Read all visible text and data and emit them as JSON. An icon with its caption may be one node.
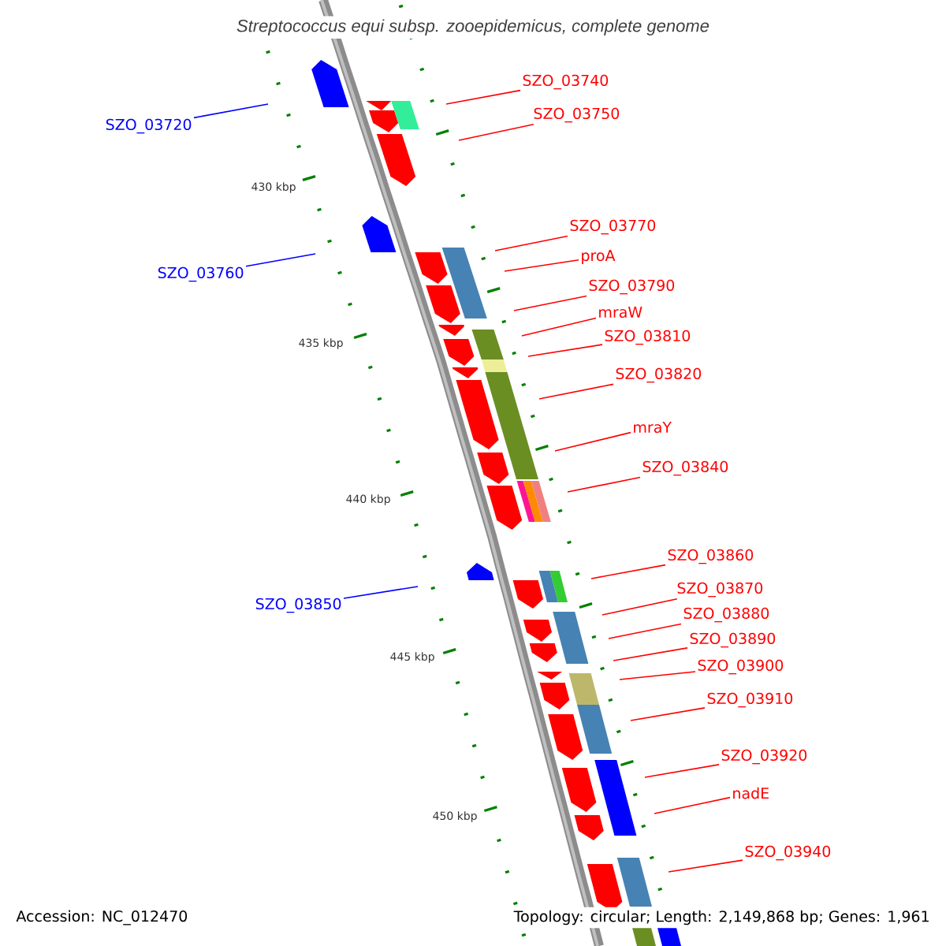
{
  "diagram": {
    "title": "Streptococcus equi subsp. zooepidemicus, complete genome",
    "nodes": [
      {
        "text": [
          "SZO_03740"
        ]
      },
      {
        "text": [
          "SZO_03750"
        ]
      },
      {
        "text": [
          "SZO_03720"
        ]
      },
      {
        "text": [
          "SZO_03770"
        ]
      },
      {
        "text": [
          "proA"
        ]
      },
      {
        "text": [
          "SZO_03760"
        ]
      },
      {
        "text": [
          "SZO_03790"
        ]
      },
      {
        "text": [
          "mraW"
        ]
      },
      {
        "text": [
          "SZO_03810"
        ]
      },
      {
        "text": [
          "SZO_03820"
        ]
      },
      {
        "text": [
          "mraY"
        ]
      },
      {
        "text": [
          "SZO_03840"
        ]
      },
      {
        "text": [
          "SZO_03860"
        ]
      },
      {
        "text": [
          "SZO_03870"
        ]
      },
      {
        "text": [
          "SZO_03850"
        ]
      },
      {
        "text": [
          "SZO_03880"
        ]
      },
      {
        "text": [
          "SZO_03890"
        ]
      },
      {
        "text": [
          "SZO_03900"
        ]
      },
      {
        "text": [
          "SZO_03910"
        ]
      },
      {
        "text": [
          "SZO_03920"
        ]
      },
      {
        "text": [
          "nadE"
        ]
      },
      {
        "text": [
          "SZO_03940"
        ]
      }
    ],
    "edges": [
      {
        "from": 0,
        "to": null,
        "arrow": "none"
      },
      {
        "from": 1,
        "to": null,
        "arrow": "none"
      },
      {
        "from": 2,
        "to": null,
        "arrow": "none",
        "color": "#0000ff"
      },
      {
        "from": 3,
        "to": null,
        "arrow": "none"
      },
      {
        "from": 4,
        "to": null,
        "arrow": "none"
      },
      {
        "from": 5,
        "to": null,
        "arrow": "none",
        "color": "#0000ff"
      },
      {
        "from": 6,
        "to": null,
        "arrow": "none"
      },
      {
        "from": 7,
        "to": null,
        "arrow": "none"
      },
      {
        "from": 8,
        "to": null,
        "arrow": "none"
      },
      {
        "from": 9,
        "to": null,
        "arrow": "none"
      },
      {
        "from": 10,
        "to": null,
        "arrow": "none"
      },
      {
        "from": 11,
        "to": null,
        "arrow": "none"
      },
      {
        "from": 12,
        "to": null,
        "arrow": "none"
      },
      {
        "from": 13,
        "to": null,
        "arrow": "none"
      },
      {
        "from": 14,
        "to": null,
        "arrow": "none",
        "color": "#0000ff"
      },
      {
        "from": 15,
        "to": null,
        "arrow": "none"
      },
      {
        "from": 16,
        "to": null,
        "arrow": "none"
      },
      {
        "from": 17,
        "to": null,
        "arrow": "none"
      },
      {
        "from": 18,
        "to": null,
        "arrow": "none"
      },
      {
        "from": 19,
        "to": null,
        "arrow": "none"
      },
      {
        "from": 20,
        "to": null,
        "arrow": "none"
      },
      {
        "from": 21,
        "to": null,
        "arrow": "none"
      }
    ],
    "labels": [
      "430 kbp",
      "435 kbp",
      "440 kbp",
      "445 kbp",
      "450 kbp",
      "Accession: NC_012470",
      "Topology: circular; Length: 2,149,868 bp; Genes: 1,961"
    ]
  }
}
